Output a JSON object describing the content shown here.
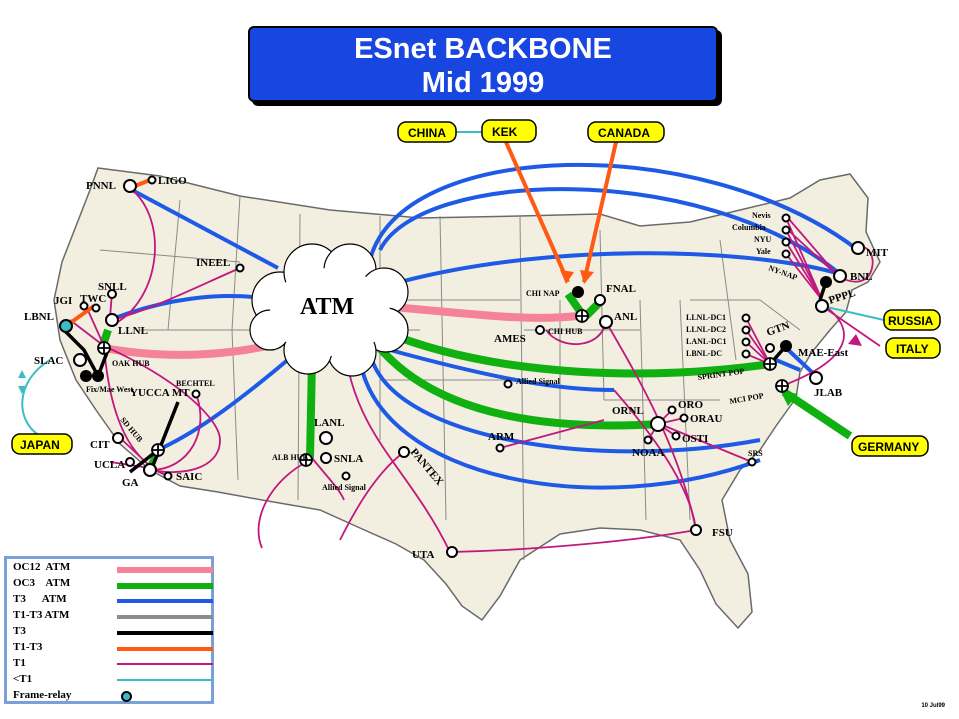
{
  "title": {
    "line1": "ESnet BACKBONE",
    "line2": "Mid 1999"
  },
  "hub": "ATM",
  "international": [
    "CHINA",
    "KEK",
    "CANADA",
    "RUSSIA",
    "ITALY",
    "GERMANY",
    "JAPAN"
  ],
  "sites": {
    "pnnl": "PNNL",
    "ligo": "LIGO",
    "ineel": "INEEL",
    "snll": "SNLL",
    "jgi": "JGI",
    "twc": "TWC",
    "lbnl": "LBNL",
    "llnl": "LLNL",
    "slac": "SLAC",
    "oakhub": "OAK HUB",
    "fixmae": "Fix/Mae West",
    "yucca": "YUCCA MT",
    "bechtel": "BECHTEL",
    "sdhub": "SD HUB",
    "cit": "CIT",
    "ucla": "UCLA",
    "ga": "GA",
    "saic": "SAIC",
    "lanl": "LANL",
    "albhub": "ALB HUB",
    "snla": "SNLA",
    "allied1": "Allied Signal",
    "pantex": "PANTEX",
    "uta": "UTA",
    "ames": "AMES",
    "chinap": "CHI NAP",
    "chihub": "CHI HUB",
    "fnal": "FNAL",
    "anl": "ANL",
    "allied2": "Allied Signal",
    "arm": "ARM",
    "ornl": "ORNL",
    "oro": "ORO",
    "orau": "ORAU",
    "osti": "OSTI",
    "noaa": "NOAA",
    "srs": "SRS",
    "fsu": "FSU",
    "nevis": "Nevis",
    "columbia": "Columbia",
    "nyu": "NYU",
    "yale": "Yale",
    "mit": "MIT",
    "nynap": "NY-NAP",
    "bnl": "BNL",
    "pppl": "PPPL",
    "llnldc1": "LLNL-DC1",
    "llnldc2": "LLNL-DC2",
    "lanldc1": "LANL-DC1",
    "lbnldc": "LBNL-DC",
    "gtn": "GTN",
    "maeeast": "MAE-East",
    "sprintpop": "SPRINT POP",
    "mcipop": "MCI POP",
    "jlab": "JLAB"
  },
  "legend": [
    {
      "label": "OC12  ATM",
      "color": "#f4839a"
    },
    {
      "label": "OC3    ATM",
      "color": "#11b011"
    },
    {
      "label": "T3      ATM",
      "color": "#1e5ae6"
    },
    {
      "label": "T1-T3 ATM",
      "color": "#8c8c8c"
    },
    {
      "label": "T3",
      "color": "#000000"
    },
    {
      "label": "T1-T3",
      "color": "#ff5a14"
    },
    {
      "label": "T1",
      "color": "#c0187e"
    },
    {
      "label": "<T1",
      "color": "#3cbcc8"
    },
    {
      "label": "Frame-relay",
      "color": "#3cbcc8"
    }
  ],
  "date": "10 Jul99",
  "colors": {
    "title_bg": "#1846e0",
    "tag_bg": "#ffff00",
    "land": "#f3efe0",
    "border": "#888888"
  }
}
